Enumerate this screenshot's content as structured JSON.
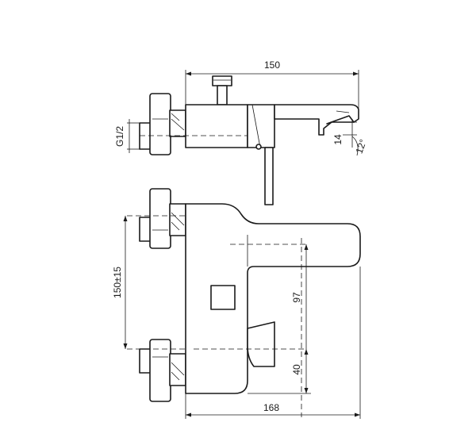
{
  "dimensions": {
    "top_length": "150",
    "spout_height": "14",
    "spout_angle": "12°",
    "thread_size": "G1/2",
    "inlet_spacing": "150±15",
    "handle_height": "97",
    "outlet_height": "40",
    "total_depth": "168"
  }
}
